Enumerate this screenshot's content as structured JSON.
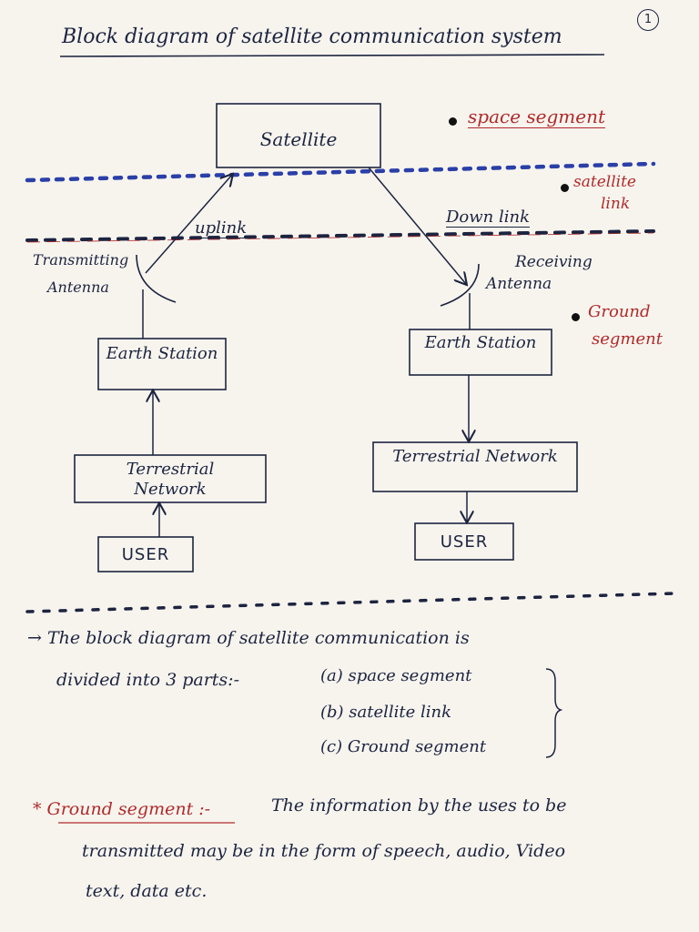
{
  "title": "Block diagram of satellite communication system",
  "page_number": "1",
  "nodes": {
    "satellite": "Satellite",
    "earth_station_tx": "Earth Station",
    "earth_station_rx": "Earth Station",
    "terrestrial_tx": "Terrestrial Network",
    "terrestrial_rx": "Terrestrial Network",
    "user_tx": "USER",
    "user_rx": "USER"
  },
  "labels": {
    "uplink": "uplink",
    "downlink": "Down link",
    "tx_antenna_line1": "Transmitting",
    "tx_antenna_line2": "Antenna",
    "rx_antenna_line1": "Receiving",
    "rx_antenna_line2": "Antenna"
  },
  "side_notes": {
    "space_segment": "space segment",
    "satellite_link_line1": "satellite",
    "satellite_link_line2": "link",
    "ground_segment_line1": "Ground",
    "ground_segment_line2": "segment"
  },
  "body": {
    "intro_line1": "→ The block diagram of satellite communication is",
    "intro_line2": "divided into 3 parts:-",
    "parts": [
      "(a) space segment",
      "(b) satellite link",
      "(c) Ground segment"
    ],
    "ground_heading": "* Ground segment :-",
    "ground_text_line1": "The information by the uses to be",
    "ground_text_line2": "transmitted may be in the form of speech, audio, Video",
    "ground_text_line3": "text, data etc."
  },
  "colors": {
    "ink": "#1c2440",
    "red_ink": "#b02a2a",
    "blue_dots": "#2a3fa8",
    "paper": "#f7f4ee"
  }
}
